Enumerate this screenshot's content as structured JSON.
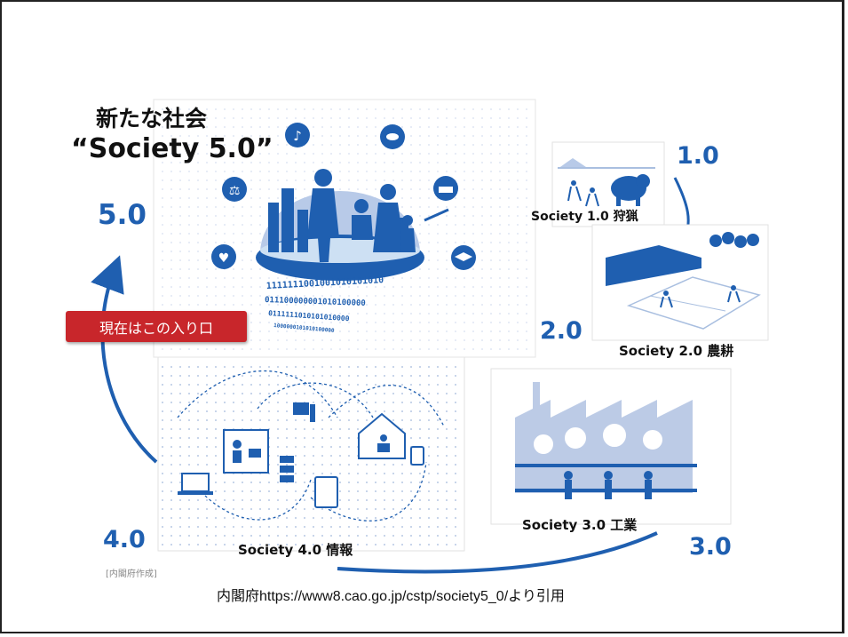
{
  "headline": {
    "line1": "新たな社会",
    "line2": "“Society 5.0”"
  },
  "stage_numbers": {
    "s5": "5.0",
    "s1": "1.0",
    "s2": "2.0",
    "s3": "3.0",
    "s4": "4.0"
  },
  "captions": {
    "s1": "Society 1.0 狩猟",
    "s2": "Society 2.0 農耕",
    "s3": "Society 3.0 工業",
    "s4": "Society 4.0 情報"
  },
  "binary_lines": [
    "1111111001001010101010",
    "011100000001010100000",
    "0111111010101010000",
    "1000000101010100000"
  ],
  "callout": "現在はこの入り口",
  "credit": "[内閣府作成]",
  "source": "内閣府https://www8.cao.go.jp/cstp/society5_0/より引用",
  "colors": {
    "accent_blue": "#1f5fb0",
    "light_blue": "#a9bfe0",
    "callout_red": "#c8262b"
  }
}
